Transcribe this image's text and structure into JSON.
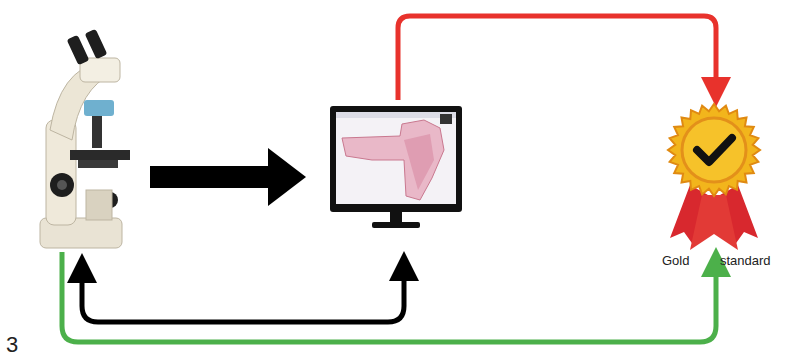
{
  "diagram": {
    "labels": [
      "Gold",
      "standard",
      "3"
    ]
  }
}
